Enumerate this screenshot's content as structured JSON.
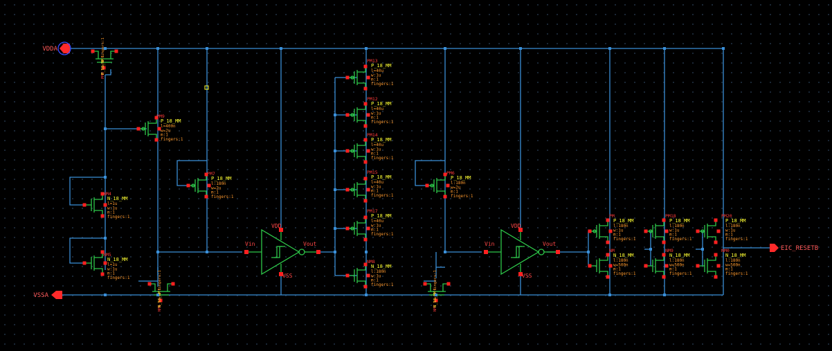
{
  "colors": {
    "background": "#000000",
    "wire": "#3a8fd8",
    "device": "#2ec84a",
    "device_name": "#ff3b3b",
    "model": "#ffff33",
    "param": "#ff9a2e",
    "pin": "#ff2020",
    "port": "#ff2a2a",
    "port_text": "#ff5a5a",
    "gate_text": "#ff4848"
  },
  "ports": {
    "vdd": "VDDA",
    "vss": "VSSA",
    "out": "EIC_RESETB"
  },
  "inverters": [
    {
      "vdd": "VDD",
      "vin": "Vin",
      "vout": "Vout",
      "vss": "VSS"
    },
    {
      "vdd": "VDD",
      "vin": "Vin",
      "vout": "Vout",
      "vss": "VSS"
    }
  ],
  "devices": [
    {
      "name": "PM9",
      "model": "P_18_MM",
      "params": [
        "l=400n",
        "w=2u",
        "m:1",
        "fingers:1"
      ]
    },
    {
      "name": "PM7",
      "model": "P_18_MM",
      "params": [
        "l:180n",
        "w=2u",
        "m:1",
        "fingers:1"
      ]
    },
    {
      "name": "NM4",
      "model": "N_18_MM",
      "params": [
        "l=1u",
        "w:1u",
        "m:1",
        "fingers:1"
      ]
    },
    {
      "name": "NM5",
      "model": "N_18_MM",
      "params": [
        "l=1u",
        "w:1u",
        "m:1",
        "fingers:1"
      ]
    },
    {
      "name": "PM13",
      "model": "P_18_MM",
      "params": [
        "l=40u",
        "w:1u",
        "m:1",
        "fingers:1"
      ]
    },
    {
      "name": "PM12",
      "model": "P_18_MM",
      "params": [
        "l=40u",
        "w:1u",
        "m:1",
        "fingers:1"
      ]
    },
    {
      "name": "PM14",
      "model": "P_18_MM",
      "params": [
        "l=40u",
        "w:1u",
        "m:1",
        "fingers:1"
      ]
    },
    {
      "name": "PM15",
      "model": "P_18_MM",
      "params": [
        "l=40u",
        "w:1u",
        "m:1",
        "fingers:1"
      ]
    },
    {
      "name": "PM17",
      "model": "P_18_MM",
      "params": [
        "l=40u",
        "w:1u",
        "m:1",
        "fingers:1"
      ]
    },
    {
      "name": "NM8",
      "model": "N_18_MM",
      "params": [
        "l:180n",
        "w:1u",
        "m:1",
        "fingers:1"
      ]
    },
    {
      "name": "PM6",
      "model": "P_18_MM",
      "params": [
        "l:180n",
        "w=2u",
        "m:1",
        "fingers:1"
      ]
    },
    {
      "name": "PM",
      "model": "P_18_MM",
      "params": [
        "l:180n",
        "w:1u",
        "m:1",
        "fingers:1"
      ]
    },
    {
      "name": "NM",
      "model": "N_18_MM",
      "params": [
        "l:180n",
        "w=500n",
        "m:1",
        "fingers:1"
      ]
    },
    {
      "name": "PM18",
      "model": "P_18_MM",
      "params": [
        "l:180n",
        "w:1u",
        "m:1",
        "fingers:1"
      ]
    },
    {
      "name": "NM9",
      "model": "N_18_MM",
      "params": [
        "l:180n",
        "w=500n",
        "m:1",
        "fingers:1"
      ]
    },
    {
      "name": "PM20",
      "model": "P_18_MM",
      "params": [
        "l:180n",
        "w:1u",
        "m:1",
        "fingers:1"
      ]
    },
    {
      "name": "NM0",
      "model": "N_18_MM",
      "params": [
        "l:180n",
        "w=500n",
        "m:1",
        "fingers:1"
      ]
    }
  ],
  "rotated_devices": [
    {
      "name": "PM8",
      "model": "P_18_MM",
      "params": [
        "l:",
        "w:",
        "m:1",
        "fingers:1"
      ]
    },
    {
      "name": "NM6",
      "model": "N_18_MM",
      "params": [
        "l:",
        "w:",
        "m:1",
        "fingers:1"
      ]
    },
    {
      "name": "NM7",
      "model": "N_18_MM",
      "params": [
        "l:",
        "w:",
        "m:1",
        "fingers:1"
      ]
    }
  ]
}
